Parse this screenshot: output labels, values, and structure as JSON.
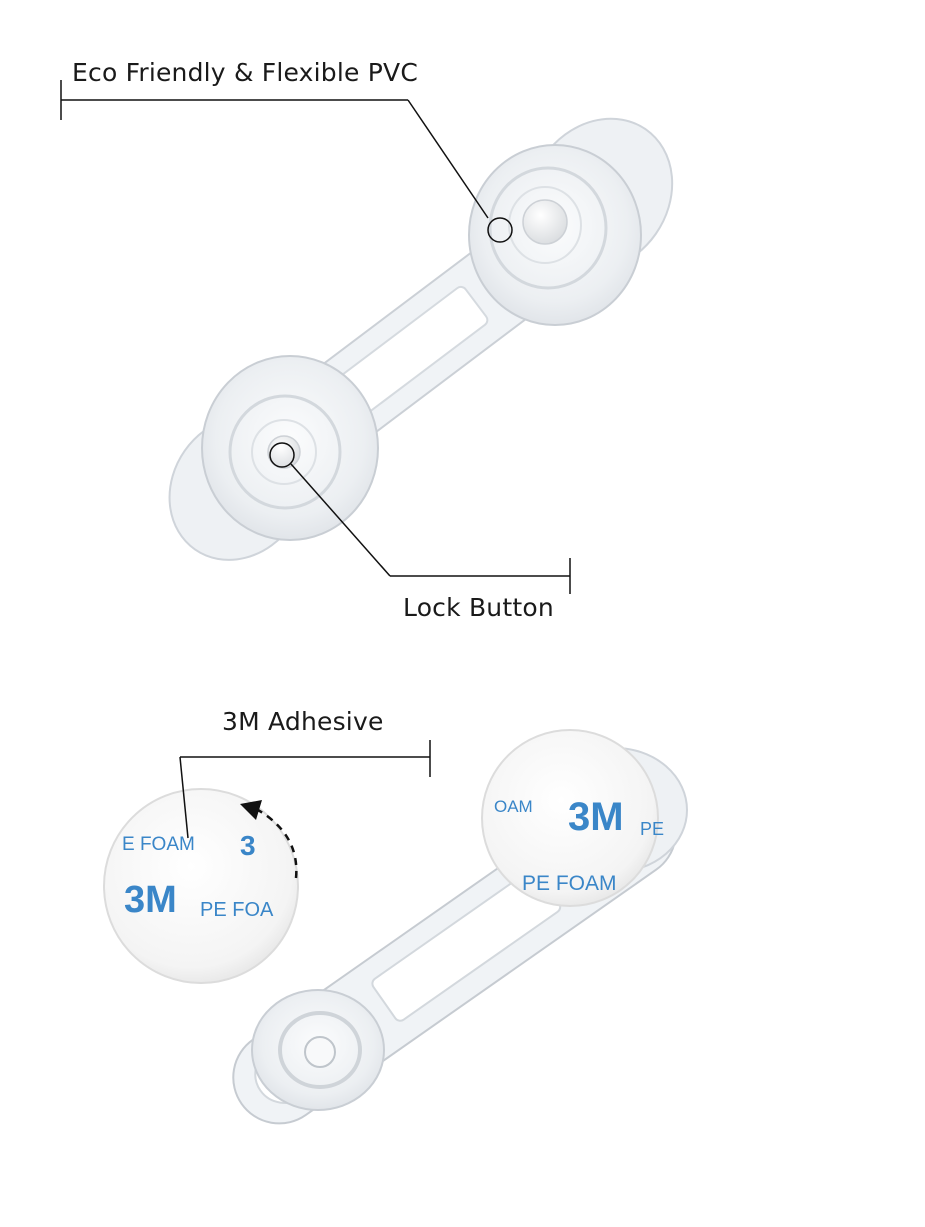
{
  "callouts": {
    "material": "Eco Friendly & Flexible PVC",
    "lock": "Lock Button",
    "adhesive": "3M Adhesive"
  },
  "pads": {
    "brand": "3M",
    "foam_label": "PE FOAM",
    "foam_partial": "PE FOA",
    "foam_partial_left": "E FOAM",
    "foam_partial_right": "PE",
    "foam_fragment": "OAM"
  },
  "colors": {
    "background": "#ffffff",
    "plastic": "#eef1f4",
    "plastic_edge": "#c9ced4",
    "pad": "#f7f7f7",
    "brand_blue": "#3a86c8",
    "line": "#111111"
  }
}
